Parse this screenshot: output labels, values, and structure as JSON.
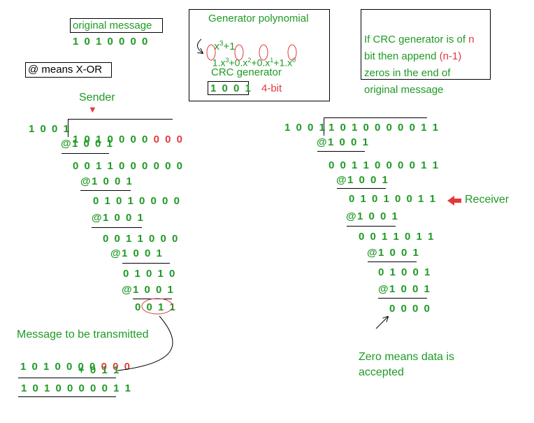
{
  "top": {
    "original_label": "original message",
    "original_bits": "1 0 1 0 0 0 0",
    "xor_note": "@ means X-OR"
  },
  "generator_box": {
    "title": "Generator polynomial",
    "poly_base": "x",
    "poly_exp": "3",
    "poly_tail": "+1",
    "expanded": [
      {
        "coef": "1",
        "term": "x",
        "exp": "3",
        "sep": "+"
      },
      {
        "coef": "0",
        "term": "x",
        "exp": "2",
        "sep": "+"
      },
      {
        "coef": "0",
        "term": "x",
        "exp": "1",
        "sep": "+"
      },
      {
        "coef": "1",
        "term": "x",
        "exp": "0",
        "sep": ""
      }
    ],
    "crc_label": "CRC generator",
    "crc_bits": "1 0 0 1",
    "crc_size": "4-bit"
  },
  "rule_box": {
    "line1_a": "If CRC generator is of ",
    "line1_n": "n",
    "line2_a": "bit then append ",
    "line2_n": "(n-1)",
    "line3": "zeros in the end of",
    "line4": "original message"
  },
  "sender": {
    "label": "Sender",
    "divisor": "1 0 0 1",
    "dividend_green": "1 0 1 0 0 0 0 ",
    "dividend_red": "0 0 0",
    "steps": [
      {
        "xor": "@",
        "sub": "1 0 0 1",
        "rem": "0 0 1 1 0 0 0 0 0 0"
      },
      {
        "xor": "@",
        "sub": "1 0 0 1",
        "rem": "0 1 0 1 0 0 0 0"
      },
      {
        "xor": "@",
        "sub": "1 0 0 1",
        "rem": "0 0 1 1 0 0 0"
      },
      {
        "xor": "@",
        "sub": "1 0 0 1",
        "rem": "0 1 0 1 0"
      },
      {
        "xor": "@",
        "sub": "1 0 0 1",
        "rem": "0 0 1 1"
      }
    ]
  },
  "transmit": {
    "label": "Message to be transmitted",
    "line_green": "1 0 1 0 0 0 0 ",
    "line_red": "0 0 0",
    "add": "+ 0 1 1",
    "result": "1 0 1 0 0 0 0 0 1 1"
  },
  "receiver": {
    "label": "Receiver",
    "divisor": "1 0 0 1",
    "dividend": "1 0 1 0 0 0 0 0 1 1",
    "steps": [
      {
        "xor": "@",
        "sub": "1 0 0 1",
        "rem": "0 0 1 1 0 0 0 0 1 1"
      },
      {
        "xor": "@",
        "sub": "1 0 0 1",
        "rem": "0 1 0 1 0 0 1 1"
      },
      {
        "xor": "@",
        "sub": "1 0 0 1",
        "rem": "0 0 1 1 0 1 1"
      },
      {
        "xor": "@",
        "sub": "1 0 0 1",
        "rem": "0 1 0 0 1"
      },
      {
        "xor": "@",
        "sub": "1 0 0 1",
        "rem": "0 0 0 0"
      }
    ],
    "note_l1": "Zero means data is",
    "note_l2": "accepted"
  },
  "colors": {
    "green": "#1e9a24",
    "red": "#e0393e",
    "arrow": "#e0393e"
  }
}
